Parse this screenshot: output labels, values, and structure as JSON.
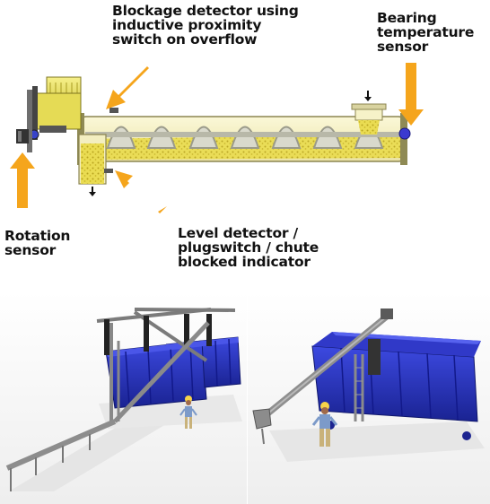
{
  "labels": {
    "blockage": [
      "Blockage detector using",
      "inductive proximity",
      "switch on overflow"
    ],
    "bearing": [
      "Bearing",
      "temperature",
      "sensor"
    ],
    "rotation": [
      "Rotation",
      "sensor"
    ],
    "level": [
      "Level detector /",
      "plugswitch / chute",
      "blocked indicator"
    ]
  },
  "colors": {
    "arrow": "#f5a51c",
    "trough": "#f5f0bf",
    "material": "#e6d94a",
    "motor": "#f1e85a",
    "bin": "#2832c8",
    "steel": "#9a9a9a"
  },
  "icons": [
    "arrow-icon",
    "screw-conveyor-diagram",
    "motor-icon",
    "bin-icon",
    "worker-icon"
  ]
}
